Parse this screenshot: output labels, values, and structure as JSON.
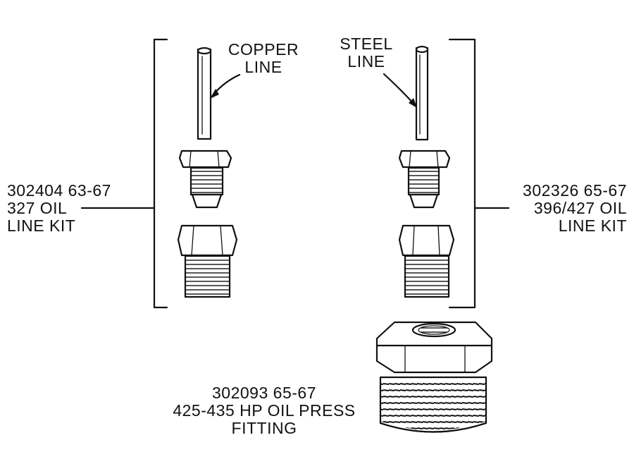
{
  "labels": {
    "copper_line": [
      "COPPER",
      "LINE"
    ],
    "steel_line": [
      "STEEL",
      "LINE"
    ],
    "kit_327": [
      "302404  63-67",
      "327 OIL",
      "LINE KIT"
    ],
    "kit_396": [
      "302326  65-67",
      "396/427 OIL",
      "LINE KIT"
    ],
    "press_fitting": [
      "302093  65-67",
      "425-435 HP OIL PRESS",
      "FITTING"
    ]
  }
}
